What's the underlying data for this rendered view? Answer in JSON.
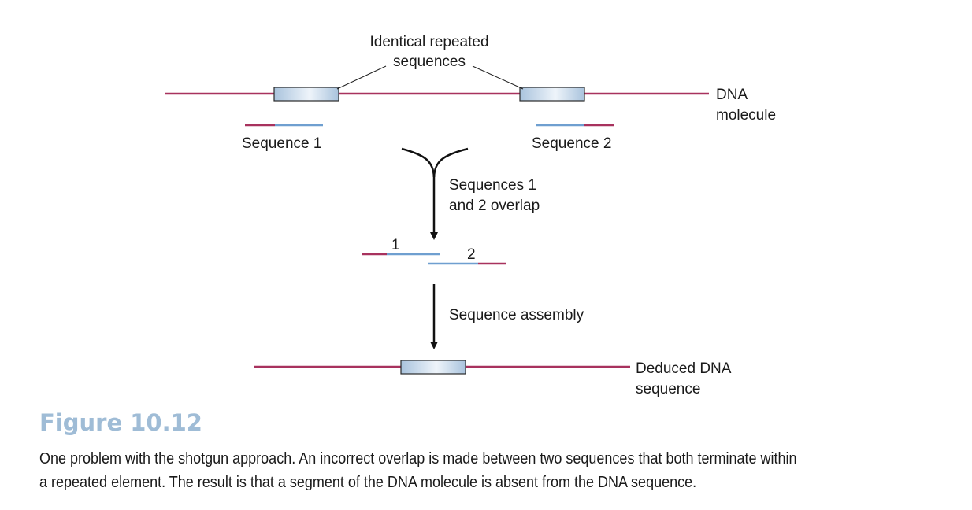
{
  "diagram": {
    "colors": {
      "strand": "#a8325e",
      "sequenced": "#6f9fd0",
      "repeat_fill_edge": "#a9c3dd",
      "repeat_fill_center": "#eef4fa",
      "repeat_border": "#2a2a2a",
      "arrow": "#111111"
    },
    "repeat_label": {
      "line1": "Identical repeated",
      "line2": "sequences"
    },
    "molecule_label": {
      "line1": "DNA",
      "line2": "molecule"
    },
    "sequence1_label": "Sequence 1",
    "sequence2_label": "Sequence 2",
    "overlap_step": {
      "line1": "Sequences 1",
      "line2": "and 2 overlap"
    },
    "overlap_fragment1_label": "1",
    "overlap_fragment2_label": "2",
    "assembly_step": "Sequence assembly",
    "deduced_label": {
      "line1": "Deduced DNA",
      "line2": "sequence"
    }
  },
  "figure": {
    "title": "Figure 10.12",
    "caption_line1": "One problem with the shotgun approach. An incorrect overlap is made between two sequences that both terminate within",
    "caption_line2": "a repeated element. The result is that a segment of the DNA molecule is absent from the DNA sequence."
  }
}
